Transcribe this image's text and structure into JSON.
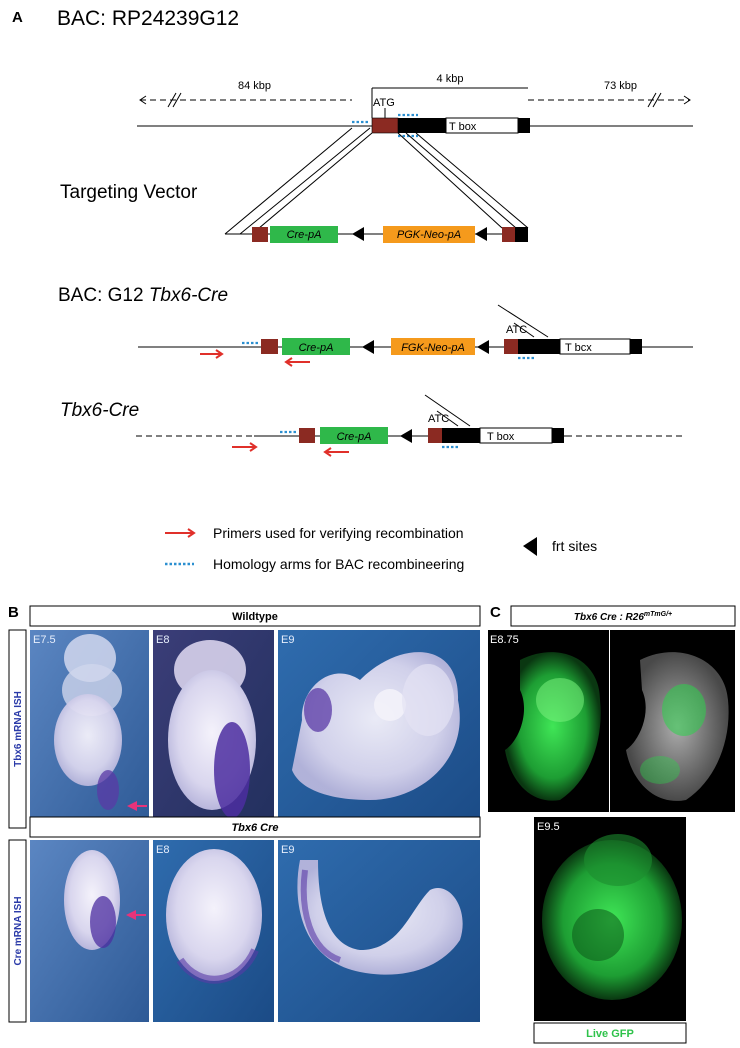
{
  "panelA": {
    "letter": "A",
    "bac_title": "BAC: RP24239G12",
    "dist_left": "84 kbp",
    "dist_mid": "4 kbp",
    "dist_right": "73 kbp",
    "atg": "ATG",
    "tbox": "T box",
    "targeting_title": "Targeting Vector",
    "cre_pa": "Cre-pA",
    "neo": "PGK-Neo-pA",
    "bac2_prefix": "BAC: G12 ",
    "bac2_italic": "Tbx6-Cre",
    "atc": "ATC",
    "tbcx": "T bcx",
    "fgk_neo": "FGK-Neo-pA",
    "allele_title": "Tbx6-Cre",
    "legend": {
      "primers": "Primers used for verifying recombination",
      "homology": "Homology arms for BAC recombineering",
      "frt": "frt sites"
    }
  },
  "panelB": {
    "letter": "B",
    "header_wt": "Wildtype",
    "header_cre": "Tbx6 Cre",
    "row1_label": "Tbx6 mRNA ISH",
    "row2_label": "Cre mRNA ISH",
    "stages": [
      "E7.5",
      "E8",
      "E9"
    ],
    "stages_row2": [
      "E8",
      "E9"
    ]
  },
  "panelC": {
    "letter": "C",
    "header_main": "Tbx6 Cre : R26",
    "header_sup": "mTmG/+",
    "stage1": "E8.75",
    "stage2": "E9.5",
    "footer": "Live GFP"
  },
  "colors": {
    "exon": "#8b2a22",
    "cre": "#2fb84a",
    "neo": "#f59a1c",
    "primer": "#e0302a",
    "homology": "#2b8fd0",
    "ish_bg": "#3d6aa8",
    "gfp": "#35d84a"
  }
}
